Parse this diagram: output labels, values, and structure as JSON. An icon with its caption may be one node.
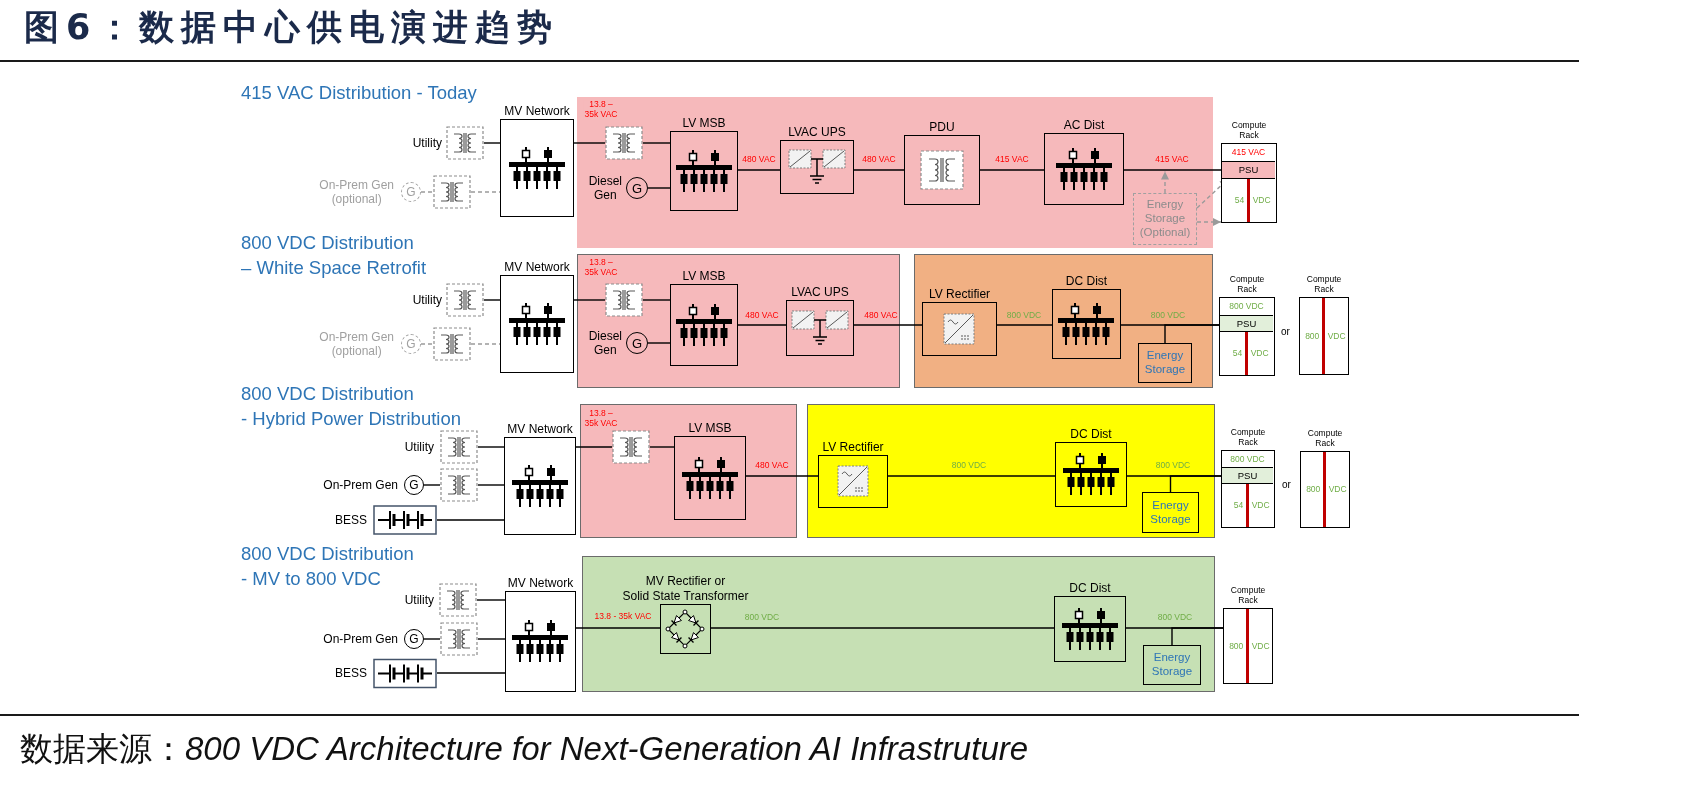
{
  "diagram": {
    "title": "图6：数据中心供电演进趋势",
    "caption": "数据来源：*800 VDC Architecture for Next-Generation AI Infrastruture*",
    "nodes": [
      {
        "text": [],
        "shape": "picture",
        "beside": [
          "Utility"
        ]
      },
      {
        "text": [
          "G"
        ],
        "beside": [
          "On-Prem Gen (optional)"
        ]
      },
      {
        "text": [],
        "shape": "picture"
      },
      {
        "text": [
          "MV Network"
        ]
      },
      {
        "text": [],
        "shape": "box"
      },
      {
        "text": [],
        "shape": "picture",
        "in": 4
      },
      {
        "text": [
          "LV MSB"
        ],
        "in": 4
      },
      {
        "text": [
          "G"
        ],
        "beside": [
          "Diesel Gen"
        ],
        "in": 4
      },
      {
        "text": [
          "LVAC UPS"
        ],
        "in": 4
      },
      {
        "text": [
          "PDU"
        ],
        "in": 4
      },
      {
        "text": [
          "AC Dist"
        ],
        "in": 4
      },
      {
        "text": [
          "Energy Storage (Optional)"
        ],
        "in": 4
      },
      {
        "text": [
          "Compute Rack",
          "415 VAC",
          "54 VDC"
        ]
      },
      {
        "text": [
          "PSU"
        ],
        "in": 12
      },
      {
        "text": [],
        "shape": "picture",
        "beside": [
          "Utility"
        ]
      },
      {
        "text": [
          "G"
        ],
        "beside": [
          "On-Prem Gen (optional)"
        ]
      },
      {
        "text": [],
        "shape": "picture"
      },
      {
        "text": [
          "MV Network"
        ]
      },
      {
        "text": [],
        "shape": "box"
      },
      {
        "text": [],
        "shape": "picture",
        "in": 18
      },
      {
        "text": [
          "LV MSB"
        ],
        "in": 18
      },
      {
        "text": [
          "G"
        ],
        "beside": [
          "Diesel Gen"
        ],
        "in": 18
      },
      {
        "text": [
          "LVAC UPS"
        ],
        "in": 18
      },
      {
        "text": [],
        "shape": "box"
      },
      {
        "text": [
          "LV Rectifier"
        ],
        "in": 23
      },
      {
        "text": [
          "DC Dist"
        ],
        "in": 23
      },
      {
        "text": [
          "Energy Storage"
        ],
        "in": 23
      },
      {
        "text": [
          "Compute Rack",
          "800 VDC",
          "54 VDC"
        ]
      },
      {
        "text": [
          "PSU"
        ],
        "in": 27
      },
      {
        "text": [
          "Compute Rack",
          "800 VDC"
        ]
      },
      {
        "text": [],
        "shape": "picture",
        "beside": [
          "Utility"
        ]
      },
      {
        "text": [
          "G"
        ],
        "beside": [
          "On-Prem Gen"
        ]
      },
      {
        "text": [],
        "shape": "picture"
      },
      {
        "text": [],
        "shape": "picture",
        "beside": [
          "BESS"
        ]
      },
      {
        "text": [
          "MV Network"
        ]
      },
      {
        "text": [],
        "shape": "box"
      },
      {
        "text": [],
        "shape": "picture",
        "in": 35
      },
      {
        "text": [
          "LV MSB"
        ],
        "in": 35
      },
      {
        "text": [],
        "shape": "box"
      },
      {
        "text": [
          "LV Rectifier"
        ],
        "in": 38
      },
      {
        "text": [
          "DC Dist"
        ],
        "in": 38
      },
      {
        "text": [
          "Energy Storage"
        ],
        "in": 38
      },
      {
        "text": [
          "Compute Rack",
          "800 VDC",
          "54 VDC"
        ]
      },
      {
        "text": [
          "PSU"
        ],
        "in": 42
      },
      {
        "text": [
          "Compute Rack",
          "800 VDC"
        ]
      },
      {
        "text": [],
        "shape": "picture",
        "beside": [
          "Utility"
        ]
      },
      {
        "text": [
          "G"
        ],
        "beside": [
          "On-Prem Gen"
        ]
      },
      {
        "text": [],
        "shape": "picture"
      },
      {
        "text": [],
        "shape": "picture",
        "beside": [
          "BESS"
        ]
      },
      {
        "text": [
          "MV Network"
        ]
      },
      {
        "text": [],
        "shape": "box"
      },
      {
        "text": [
          "MV Rectifier or Solid State Transformer"
        ],
        "in": 50
      },
      {
        "text": [
          "DC Dist"
        ],
        "in": 50
      },
      {
        "text": [
          "Energy Storage"
        ],
        "in": 50
      },
      {
        "text": [
          "Compute Rack",
          "800 VDC"
        ]
      }
    ],
    "edges": [
      {
        "from": 0,
        "to": 3,
        "arrow": "none"
      },
      {
        "from": 1,
        "to": 2,
        "arrow": "none",
        "style": "dashed",
        "color": "#9a9a9a"
      },
      {
        "from": 2,
        "to": 3,
        "arrow": "none",
        "style": "dashed",
        "color": "#9a9a9a"
      },
      {
        "from": 3,
        "to": 5,
        "arrow": "none",
        "label": "13.8 – 35k VAC"
      },
      {
        "from": 5,
        "to": 6,
        "arrow": "none"
      },
      {
        "from": 7,
        "to": 6,
        "arrow": "none"
      },
      {
        "from": 6,
        "to": 8,
        "arrow": "none",
        "label": "480 VAC"
      },
      {
        "from": 8,
        "to": 9,
        "arrow": "none",
        "label": "480 VAC"
      },
      {
        "from": 9,
        "to": 10,
        "arrow": "none",
        "label": "415 VAC"
      },
      {
        "from": 10,
        "to": 12,
        "arrow": "none",
        "label": "415 VAC"
      },
      {
        "from": 11,
        "to": null,
        "arrow": "to",
        "style": "dashed",
        "color": "#9a9a9a"
      },
      {
        "from": 11,
        "to": 13,
        "arrow": "to",
        "style": "dashed",
        "color": "#9a9a9a"
      },
      {
        "from": 11,
        "to": 12,
        "arrow": "to",
        "style": "dashed",
        "color": "#9a9a9a"
      },
      {
        "from": 14,
        "to": 17,
        "arrow": "none"
      },
      {
        "from": 15,
        "to": 16,
        "arrow": "none",
        "style": "dashed",
        "color": "#9a9a9a"
      },
      {
        "from": 16,
        "to": 17,
        "arrow": "none",
        "style": "dashed",
        "color": "#9a9a9a"
      },
      {
        "from": 17,
        "to": 19,
        "arrow": "none",
        "label": "13.8 – 35k VAC"
      },
      {
        "from": 19,
        "to": 20,
        "arrow": "none"
      },
      {
        "from": 21,
        "to": 20,
        "arrow": "none"
      },
      {
        "from": 20,
        "to": 22,
        "arrow": "none",
        "label": "480 VAC"
      },
      {
        "from": 22,
        "to": 24,
        "arrow": "none",
        "label": "480 VAC"
      },
      {
        "from": 24,
        "to": 25,
        "arrow": "none",
        "label": "800 VDC"
      },
      {
        "from": 25,
        "to": 27,
        "arrow": "none",
        "label": "800 VDC"
      },
      {
        "from": 26,
        "to": 27,
        "arrow": "none"
      },
      {
        "from": 30,
        "to": 34,
        "arrow": "none"
      },
      {
        "from": 31,
        "to": 32,
        "arrow": "none"
      },
      {
        "from": 32,
        "to": 34,
        "arrow": "none"
      },
      {
        "from": 33,
        "to": 34,
        "arrow": "none"
      },
      {
        "from": 34,
        "to": 36,
        "arrow": "none",
        "label": "13.8 – 35k VAC"
      },
      {
        "from": 36,
        "to": 37,
        "arrow": "none"
      },
      {
        "from": 37,
        "to": 39,
        "arrow": "none",
        "label": "480 VAC"
      },
      {
        "from": 39,
        "to": 40,
        "arrow": "none",
        "label": "800 VDC"
      },
      {
        "from": 40,
        "to": 42,
        "arrow": "none",
        "label": "800 VDC"
      },
      {
        "from": 41,
        "to": 42,
        "arrow": "none"
      },
      {
        "from": 45,
        "to": 49,
        "arrow": "none"
      },
      {
        "from": 46,
        "to": 47,
        "arrow": "none"
      },
      {
        "from": 47,
        "to": 49,
        "arrow": "none"
      },
      {
        "from": 48,
        "to": 49,
        "arrow": "none"
      },
      {
        "from": 49,
        "to": 51,
        "arrow": "none",
        "label": "13.8 - 35k VAC"
      },
      {
        "from": 51,
        "to": 52,
        "arrow": "none",
        "label": "800 VDC"
      },
      {
        "from": 52,
        "to": 54,
        "arrow": "none",
        "label": "800 VDC"
      },
      {
        "from": 53,
        "to": 54,
        "arrow": "none"
      }
    ],
    "labels": [
      "415 VAC Distribution - Today",
      "800 VDC Distribution – White Space Retrofit",
      "or",
      "800 VDC Distribution - Hybrid Power Distribution",
      "or",
      "800 VDC Distribution - MV to 800 VDC"
    ]
  }
}
